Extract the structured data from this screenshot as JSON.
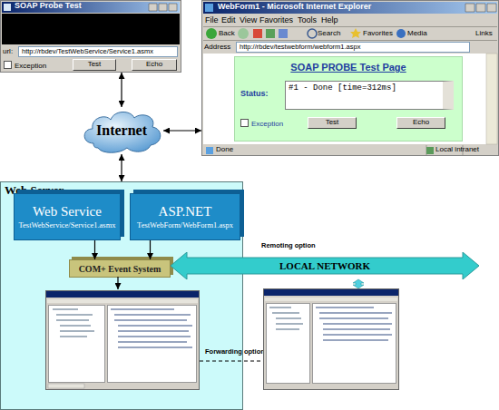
{
  "diagram": {
    "nodes": [
      {
        "text": [
          "SOAP Probe Test"
        ]
      },
      {
        "text": [
          "http://rbdev/TestWebService/Service1.asmx"
        ],
        "in": 0
      },
      {
        "text": [
          "Test"
        ],
        "in": 0
      },
      {
        "text": [
          "Echo"
        ],
        "in": 0
      },
      {
        "text": [
          "WebForm1 - Microsoft Internet Explorer"
        ]
      },
      {
        "text": [
          "http://rbdev/testwebform/webform1.aspx"
        ],
        "in": 4
      },
      {
        "text": [
          "SOAP PROBE Test Page"
        ],
        "in": 4
      },
      {
        "text": [
          "#1 - Done [time=312ms]"
        ],
        "in": 6
      },
      {
        "text": [
          "Test"
        ],
        "in": 6
      },
      {
        "text": [
          "Echo"
        ],
        "in": 6
      },
      {
        "text": [
          "Internet"
        ]
      },
      {
        "text": [
          "Web Server"
        ]
      },
      {
        "text": [
          "Web Service",
          "TestWebService/Service1.asmx"
        ],
        "in": 11
      },
      {
        "text": [
          "ASP.NET",
          "TestWebForm/WebForm1.aspx"
        ],
        "in": 11
      },
      {
        "text": [
          "COM+ Event System"
        ],
        "in": 11
      },
      {
        "text": [
          "LOCAL NETWORK"
        ]
      }
    ],
    "edges": [
      {
        "from": 0,
        "to": 10,
        "arrow": "both"
      },
      {
        "from": 10,
        "to": 4,
        "arrow": "both"
      },
      {
        "from": 10,
        "to": 11,
        "arrow": "both"
      },
      {
        "from": 12,
        "to": 14,
        "arrow": "to"
      },
      {
        "from": 13,
        "to": 14,
        "arrow": "to"
      }
    ],
    "labels": [
      "url:",
      "Exception",
      "File",
      "Edit",
      "View",
      "Favorites",
      "Tools",
      "Help",
      "Back",
      "Search",
      "Favorites",
      "Media",
      "Address",
      "Links",
      "Status:",
      "Exception",
      "Done",
      "Local intranet",
      "Remoting option",
      "Forwarding option"
    ]
  }
}
